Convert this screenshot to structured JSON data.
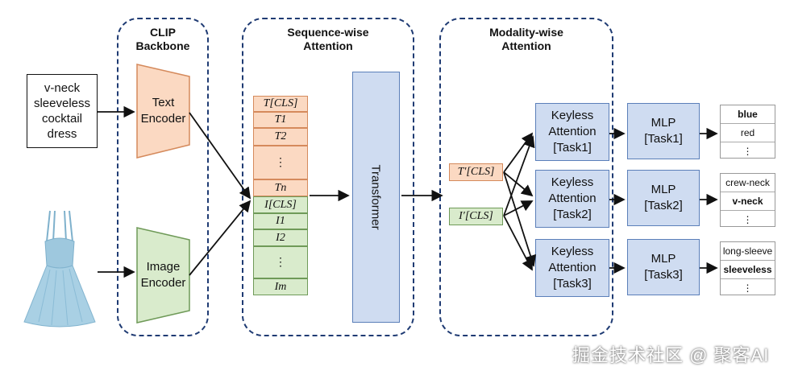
{
  "sections": {
    "clip": "CLIP\nBackbone",
    "sequence": "Sequence-wise\nAttention",
    "modality": "Modality-wise\nAttention"
  },
  "input_text": "v-neck\nsleeveless\ncocktail\ndress",
  "encoders": {
    "text": "Text\nEncoder",
    "image": "Image\nEncoder"
  },
  "tokens": {
    "text": [
      "T[CLS]",
      "T1",
      "T2",
      "⋮",
      "Tn"
    ],
    "image": [
      "I[CLS]",
      "I1",
      "I2",
      "⋮",
      "Im"
    ]
  },
  "transformer": "Transformer",
  "cls_outputs": [
    "T′[CLS]",
    "I′[CLS]"
  ],
  "tasks": [
    {
      "attention": "Keyless\nAttention\n[Task1]",
      "mlp": "MLP\n[Task1]",
      "outputs": [
        "blue",
        "red",
        "⋮"
      ],
      "bold_index": 0
    },
    {
      "attention": "Keyless\nAttention\n[Task2]",
      "mlp": "MLP\n[Task2]",
      "outputs": [
        "crew-neck",
        "v-neck",
        "⋮"
      ],
      "bold_index": 1
    },
    {
      "attention": "Keyless\nAttention\n[Task3]",
      "mlp": "MLP\n[Task3]",
      "outputs": [
        "long-sleeve",
        "sleeveless",
        "⋮"
      ],
      "bold_index": 1
    }
  ],
  "watermark": "掘金技术社区 @ 聚客AI",
  "colors": {
    "text_branch": "#fbd9c2",
    "image_branch": "#d9ebcc",
    "attention_blue": "#cfdcf1",
    "dash_border": "#1f3b73"
  }
}
